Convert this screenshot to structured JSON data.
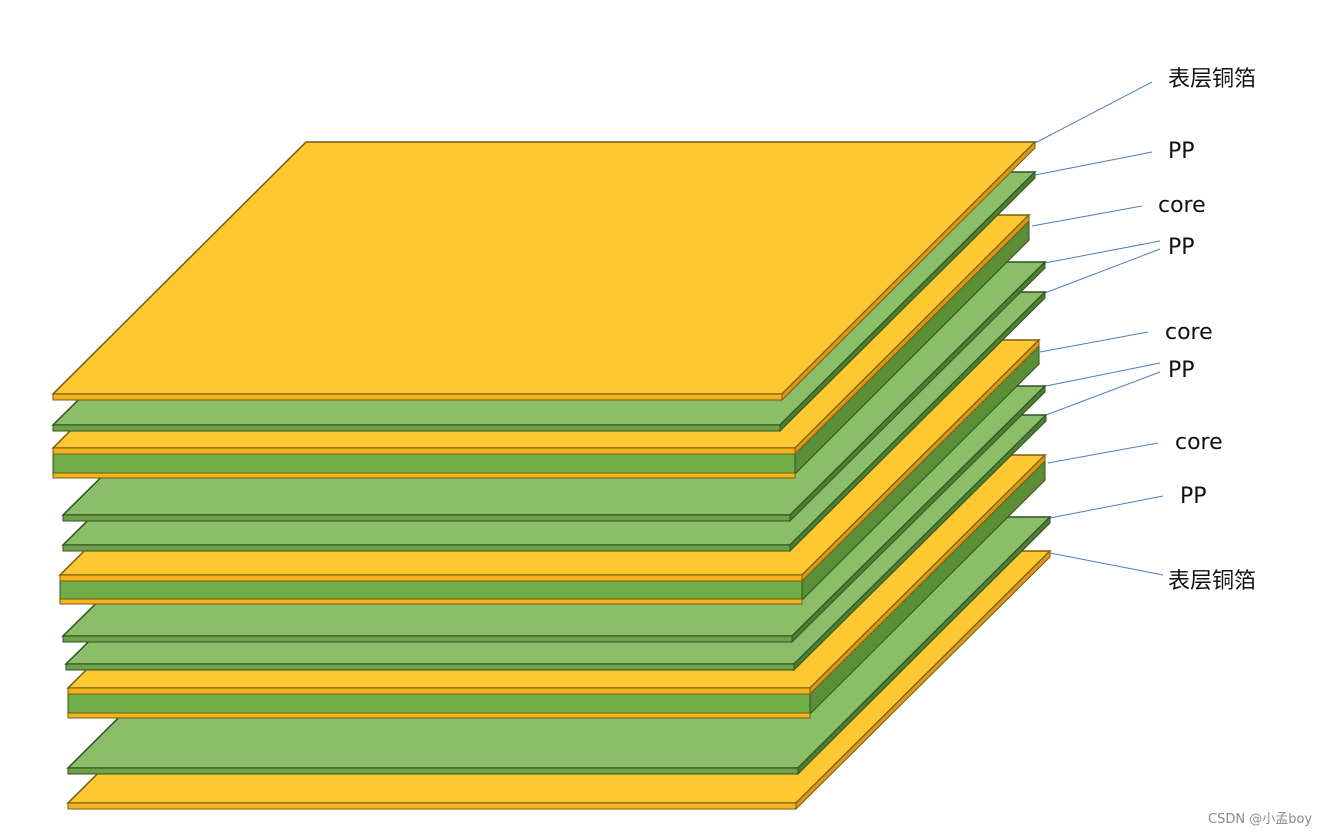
{
  "labels": {
    "copper_top": "表层铜箔",
    "pp_1": "PP",
    "core_1": "core",
    "pp_2": "PP",
    "core_2": "core",
    "pp_3": "PP",
    "core_3": "core",
    "pp_4": "PP",
    "copper_bottom": "表层铜箔"
  },
  "watermark": "CSDN @小孟boy",
  "colors": {
    "copper": "#FDC830",
    "copper_side": "#F2B51F",
    "copper_edge": "#7A5A10",
    "pp": "#8CBE6A",
    "pp_edge": "#2E5420",
    "core_body": "#70AD47",
    "core_body_right": "#5A8F38",
    "leader": "#4A7EBF"
  }
}
